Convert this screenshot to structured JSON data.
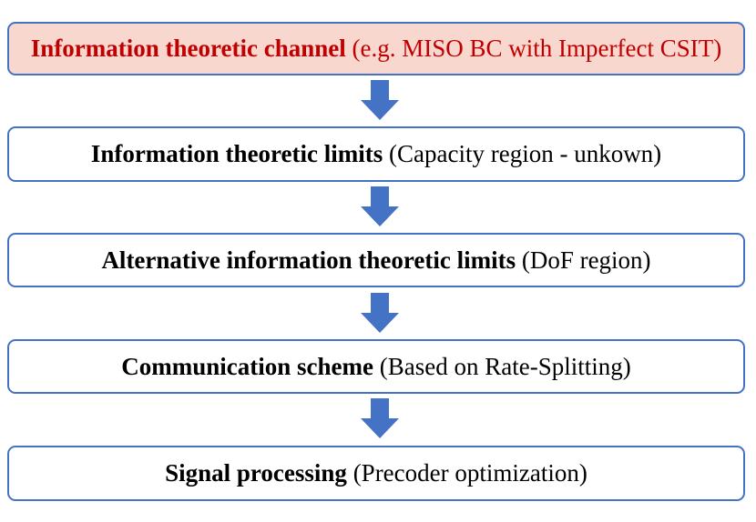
{
  "steps": [
    {
      "bold": "Information theoretic channel",
      "rest": " (e.g. MISO BC with Imperfect CSIT)"
    },
    {
      "bold": "Information theoretic limits",
      "rest": " (Capacity region - unkown)"
    },
    {
      "bold": "Alternative information theoretic limits",
      "rest": " (DoF region)"
    },
    {
      "bold": "Communication scheme",
      "rest": " (Based on Rate-Splitting)"
    },
    {
      "bold": "Signal processing",
      "rest": " (Precoder optimization)"
    }
  ],
  "colors": {
    "border": "#4472c4",
    "arrow": "#4472c4",
    "first_fill": "#f8d7cf",
    "first_text": "#c00000"
  },
  "icons": {
    "connector": "down-arrow-icon"
  }
}
